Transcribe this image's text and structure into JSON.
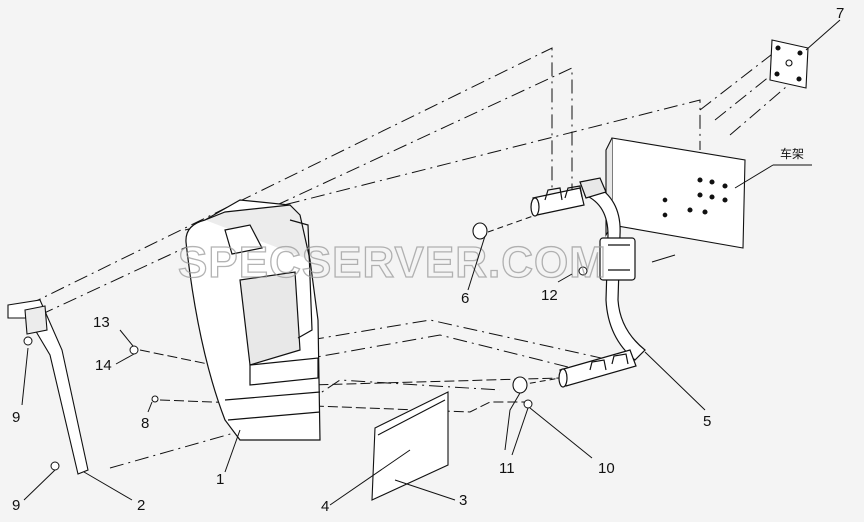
{
  "watermark": "SPECSERVER.COM",
  "frame_label": "车架",
  "callouts": [
    {
      "id": "c1",
      "text": "1"
    },
    {
      "id": "c2",
      "text": "2"
    },
    {
      "id": "c3",
      "text": "3"
    },
    {
      "id": "c4",
      "text": "4"
    },
    {
      "id": "c5",
      "text": "5"
    },
    {
      "id": "c6",
      "text": "6"
    },
    {
      "id": "c7",
      "text": "7"
    },
    {
      "id": "c8",
      "text": "8"
    },
    {
      "id": "c9a",
      "text": "9"
    },
    {
      "id": "c9b",
      "text": "9"
    },
    {
      "id": "c10",
      "text": "10"
    },
    {
      "id": "c11",
      "text": "11"
    },
    {
      "id": "c12",
      "text": "12"
    },
    {
      "id": "c13",
      "text": "13"
    },
    {
      "id": "c14",
      "text": "14"
    }
  ],
  "colors": {
    "line": "#111111",
    "fill_panel": "#ffffff",
    "shade": "#e6e6e6"
  }
}
